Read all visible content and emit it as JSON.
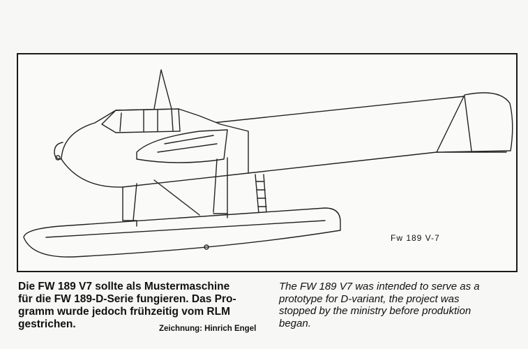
{
  "drawing_label": "Fw 189  V-7",
  "caption_de": {
    "lines": [
      "Die FW 189 V7 sollte als Mustermaschine",
      "für die FW 189-D-Serie fungieren. Das Pro-",
      "gramm wurde jedoch frühzeitig vom RLM",
      "gestrichen."
    ],
    "credit": "Zeichnung: Hinrich Engel"
  },
  "caption_en": {
    "lines": [
      "The FW 189 V7 was intended to serve as a",
      "prototype for D-variant, the project was",
      "stopped by the ministry before produktion",
      "began."
    ]
  }
}
